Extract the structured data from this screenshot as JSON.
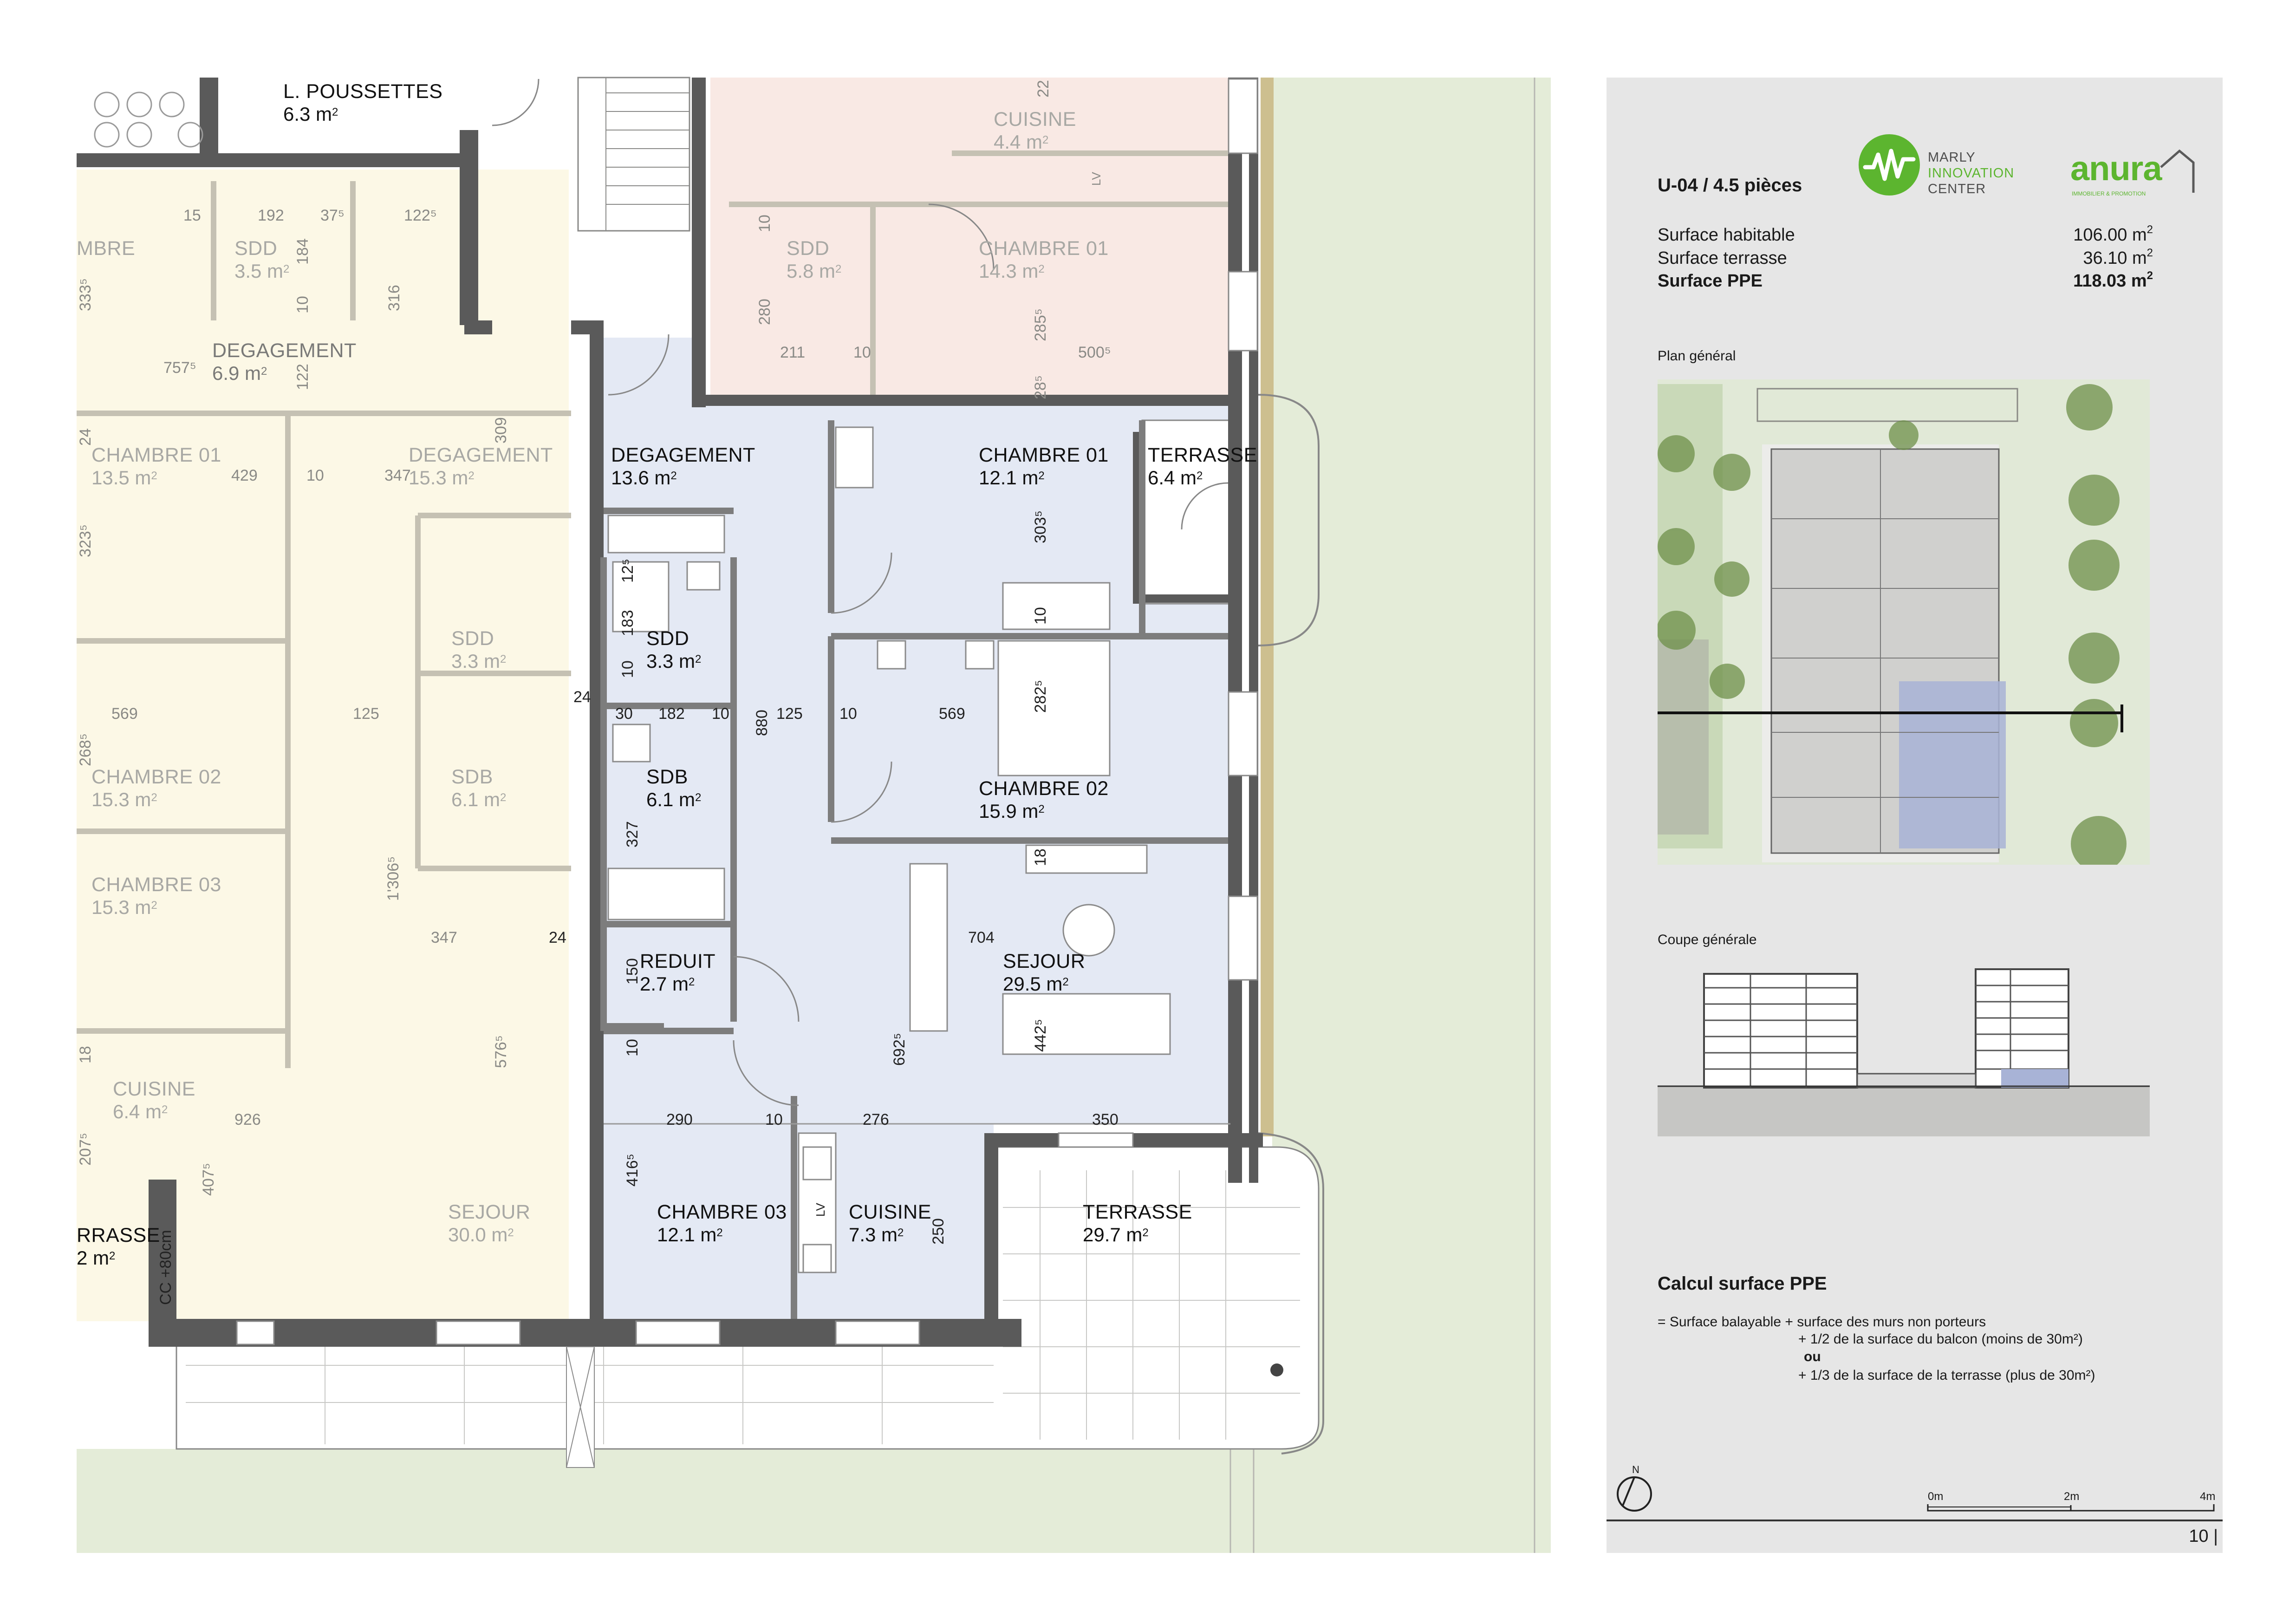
{
  "plan": {
    "rooms": [
      {
        "id": "l-poussettes",
        "name": "L. POUSSETTES",
        "area": "6.3 m",
        "tone": "dark"
      },
      {
        "id": "cuisine-top",
        "name": "CUISINE",
        "area": "4.4 m",
        "tone": "faint"
      },
      {
        "id": "sdd-top",
        "name": "SDD",
        "area": "5.8 m",
        "tone": "faint"
      },
      {
        "id": "chambre01-top",
        "name": "CHAMBRE 01",
        "area": "14.3 m",
        "tone": "faint"
      },
      {
        "id": "chambre-left",
        "name": "MBRE",
        "area": "",
        "tone": "faint"
      },
      {
        "id": "sdd-left",
        "name": "SDD",
        "area": "3.5 m",
        "tone": "faint"
      },
      {
        "id": "degagement-left",
        "name": "DEGAGEMENT",
        "area": "6.9 m",
        "tone": "fade"
      },
      {
        "id": "chambre01-left",
        "name": "CHAMBRE 01",
        "area": "13.5 m",
        "tone": "faint"
      },
      {
        "id": "degagement-mid",
        "name": "DEGAGEMENT",
        "area": "15.3 m",
        "tone": "faint"
      },
      {
        "id": "sdd-mid",
        "name": "SDD",
        "area": "3.3 m",
        "tone": "faint"
      },
      {
        "id": "chambre02-left",
        "name": "CHAMBRE 02",
        "area": "15.3 m",
        "tone": "faint"
      },
      {
        "id": "sdb-mid",
        "name": "SDB",
        "area": "6.1 m",
        "tone": "faint"
      },
      {
        "id": "chambre03-left",
        "name": "CHAMBRE 03",
        "area": "15.3 m",
        "tone": "faint"
      },
      {
        "id": "cuisine-left",
        "name": "CUISINE",
        "area": "6.4 m",
        "tone": "faint"
      },
      {
        "id": "sejour-left",
        "name": "SEJOUR",
        "area": "30.0 m",
        "tone": "faint"
      },
      {
        "id": "terrasse-left",
        "name": "RRASSE",
        "area": "2 m",
        "tone": "dark"
      },
      {
        "id": "degagement-u04",
        "name": "DEGAGEMENT",
        "area": "13.6 m",
        "tone": "dark"
      },
      {
        "id": "chambre01-u04",
        "name": "CHAMBRE 01",
        "area": "12.1 m",
        "tone": "dark"
      },
      {
        "id": "terrasse-small",
        "name": "TERRASSE",
        "area": "6.4 m",
        "tone": "dark"
      },
      {
        "id": "sdd-u04",
        "name": "SDD",
        "area": "3.3 m",
        "tone": "dark"
      },
      {
        "id": "sdb-u04",
        "name": "SDB",
        "area": "6.1 m",
        "tone": "dark"
      },
      {
        "id": "chambre02-u04",
        "name": "CHAMBRE 02",
        "area": "15.9 m",
        "tone": "dark"
      },
      {
        "id": "reduit-u04",
        "name": "REDUIT",
        "area": "2.7 m",
        "tone": "dark"
      },
      {
        "id": "sejour-u04",
        "name": "SEJOUR",
        "area": "29.5 m",
        "tone": "dark"
      },
      {
        "id": "chambre03-u04",
        "name": "CHAMBRE 03",
        "area": "12.1 m",
        "tone": "dark"
      },
      {
        "id": "cuisine-u04",
        "name": "CUISINE",
        "area": "7.3 m",
        "tone": "dark"
      },
      {
        "id": "terrasse-big",
        "name": "TERRASSE",
        "area": "29.7 m",
        "tone": "dark"
      }
    ],
    "sup": "2",
    "dims": [
      "192",
      "37⁵",
      "15",
      "122⁵",
      "184",
      "10",
      "316",
      "333⁵",
      "757⁵",
      "122",
      "24",
      "429",
      "10",
      "347",
      "309",
      "323⁵",
      "12⁵",
      "183",
      "10",
      "125",
      "24",
      "30",
      "182",
      "10",
      "880",
      "125",
      "10",
      "569",
      "282⁵",
      "268⁵",
      "327",
      "569",
      "1'306⁵",
      "347",
      "24",
      "704",
      "150",
      "442⁵",
      "692⁵",
      "576⁵",
      "18",
      "926",
      "10",
      "290",
      "10",
      "276",
      "350",
      "416⁵",
      "250",
      "407⁵",
      "207⁵",
      "10",
      "280",
      "211",
      "10",
      "500⁵",
      "285⁵",
      "28⁵",
      "303⁵",
      "10",
      "18",
      "CC +80cm",
      "LV",
      "LV",
      "22"
    ]
  },
  "panel": {
    "unit_title": "U-04 / 4.5 pièces",
    "brand_name_1": "MARLY",
    "brand_name_2": "INNOVATION",
    "brand_name_3": "CENTER",
    "brand_logo2": "anura",
    "brand_logo2_sub": "IMMOBILIER & PROMOTION",
    "rows": [
      {
        "label": "Surface habitable",
        "value": "106.00 m"
      },
      {
        "label": "Surface terrasse",
        "value": "36.10 m"
      },
      {
        "label": "Surface PPE",
        "value": "118.03 m"
      }
    ],
    "plan_caption": "Plan général",
    "section_caption": "Coupe générale",
    "calc_title": "Calcul surface PPE",
    "calc_lines": [
      "= Surface balayable + surface des murs non porteurs",
      "+ 1/2 de la surface du balcon (moins de 30m²)",
      "ou",
      "+ 1/3 de la surface de la terrasse (plus de 30m²)"
    ],
    "north": "N",
    "scale": [
      "0m",
      "2m",
      "4m"
    ],
    "page_number": "10 |"
  },
  "colors": {
    "u04": "#e4e9f4",
    "neighbour_left": "#fcf8e6",
    "neighbour_top": "#f9e9e4",
    "green": "#e4ecd8",
    "panel": "#e6e6e6",
    "wall": "#5a5a5a",
    "brand_green": "#5cb52f"
  }
}
